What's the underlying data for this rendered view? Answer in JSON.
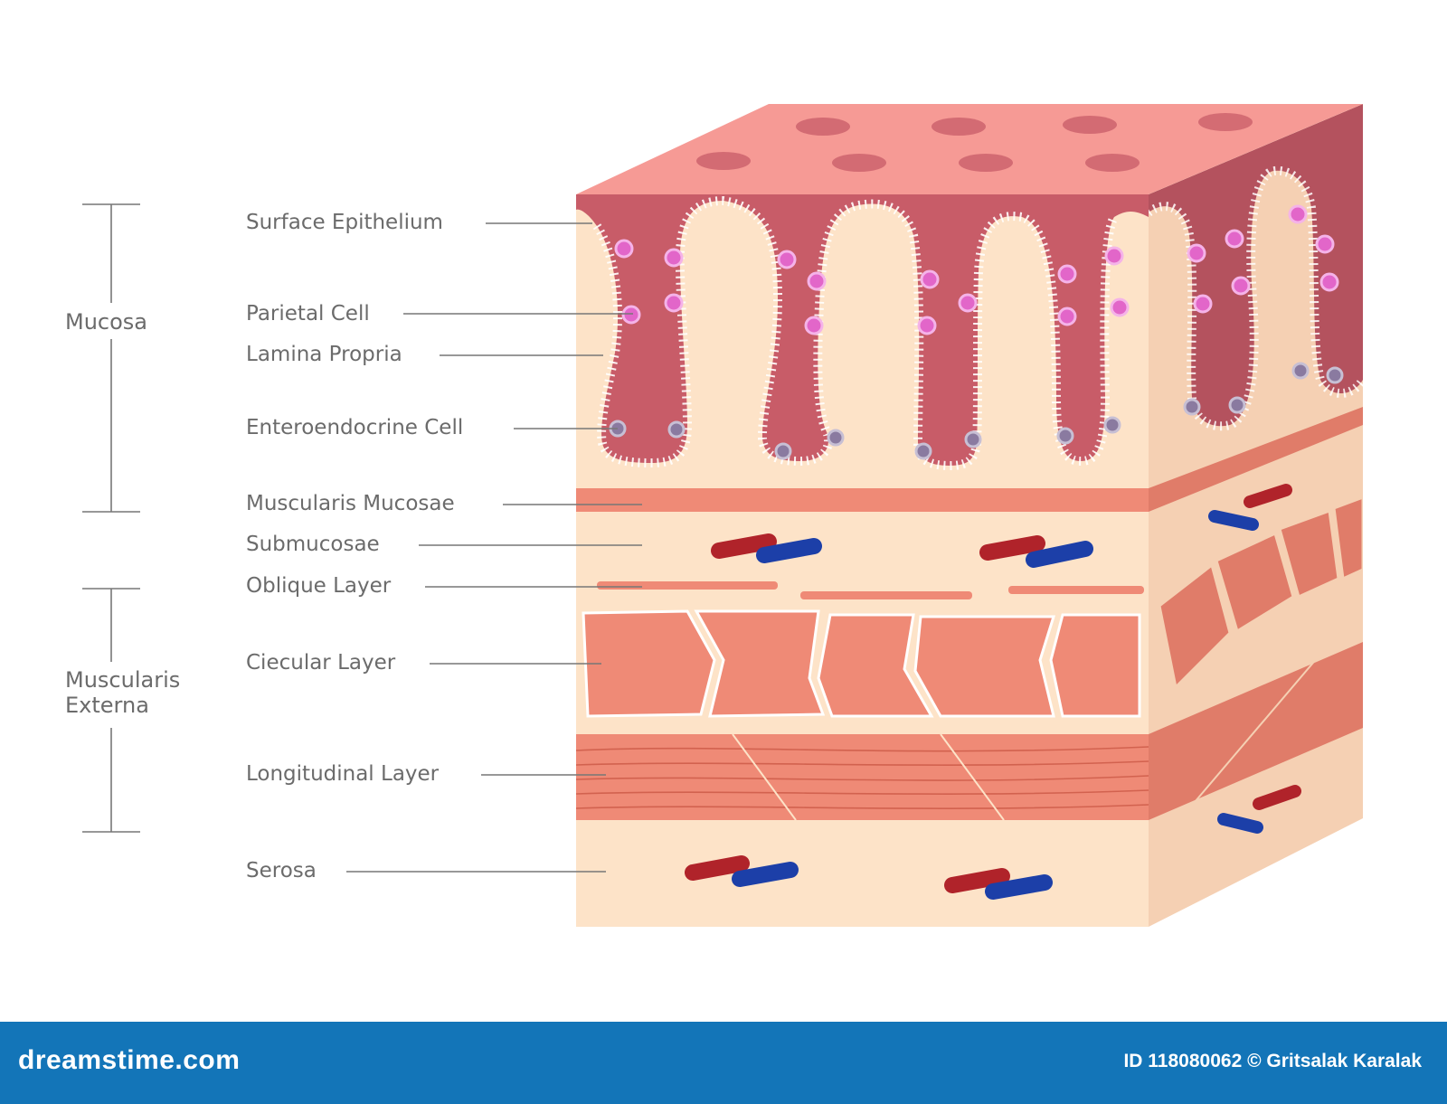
{
  "groups": {
    "mucosa": "Mucosa",
    "muscularis_line1": "Muscularis",
    "muscularis_line2": "Externa"
  },
  "labels": {
    "surface_epithelium": "Surface Epithelium",
    "parietal_cell": "Parietal Cell",
    "lamina_propria": "Lamina Propria",
    "enteroendocrine_cell": "Enteroendocrine Cell",
    "muscularis_mucosae": "Muscularis Mucosae",
    "submucosae": "Submucosae",
    "oblique_layer": "Oblique Layer",
    "ciecular_layer": "Ciecular Layer",
    "longitudinal_layer": "Longitudinal Layer",
    "serosa": "Serosa"
  },
  "footer": {
    "brand": "dreamstime.com",
    "credit": "ID 118080062 © Gritsalak Karalak"
  },
  "colors": {
    "tissue_base": "#fde3c8",
    "epithelium_top": "#f69a95",
    "gland_fill": "#c85c68",
    "muscle": "#ef8a76",
    "artery": "#b0232a",
    "vein": "#1c3fa8",
    "parietal_cell": "#e266c9",
    "footer": "#1375b8"
  }
}
